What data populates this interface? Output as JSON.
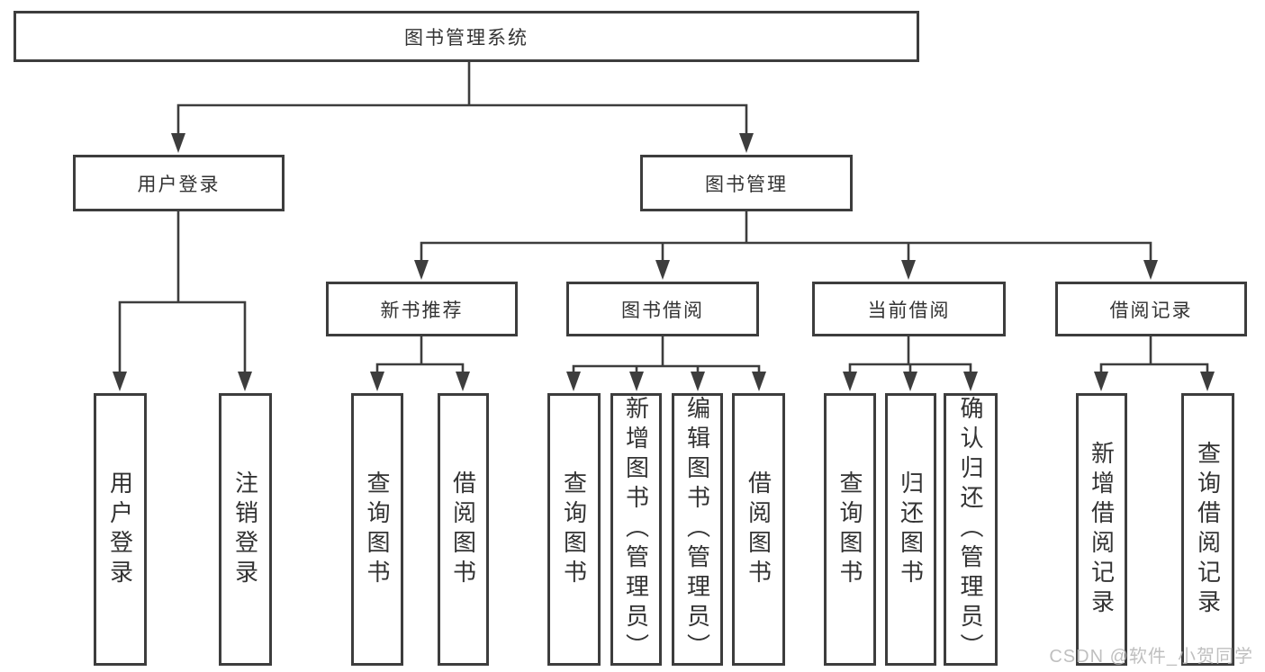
{
  "nodes": {
    "root": {
      "label": "图书管理系统"
    },
    "user_login": {
      "label": "用户登录"
    },
    "book_management": {
      "label": "图书管理"
    },
    "new_book_recommend": {
      "label": "新书推荐"
    },
    "book_borrowing": {
      "label": "图书借阅"
    },
    "current_borrowing": {
      "label": "当前借阅"
    },
    "borrowing_records": {
      "label": "借阅记录"
    },
    "leaf_user_login": {
      "label": "用户登录"
    },
    "leaf_logout": {
      "label": "注销登录"
    },
    "leaf_nb_query_books": {
      "label": "查询图书"
    },
    "leaf_nb_borrow_books": {
      "label": "借阅图书"
    },
    "leaf_bb_query_books": {
      "label": "查询图书"
    },
    "leaf_bb_add_books": {
      "label": "新增图书（管理员）"
    },
    "leaf_bb_edit_books": {
      "label": "编辑图书（管理员）"
    },
    "leaf_bb_borrow_books": {
      "label": "借阅图书"
    },
    "leaf_cb_query_books": {
      "label": "查询图书"
    },
    "leaf_cb_return_books": {
      "label": "归还图书"
    },
    "leaf_cb_confirm_return": {
      "label": "确认归还（管理员）"
    },
    "leaf_br_add_record": {
      "label": "新增借阅记录"
    },
    "leaf_br_query_record": {
      "label": "查询借阅记录"
    }
  },
  "watermark": {
    "text": "CSDN @软件_小贺同学"
  },
  "colors": {
    "line": "#3d3d3d",
    "box_border": "#3d3d3d",
    "box_background": "#ffffff",
    "text": "#333333",
    "watermark": "#b9b9b9",
    "page_background": "#ffffff"
  }
}
